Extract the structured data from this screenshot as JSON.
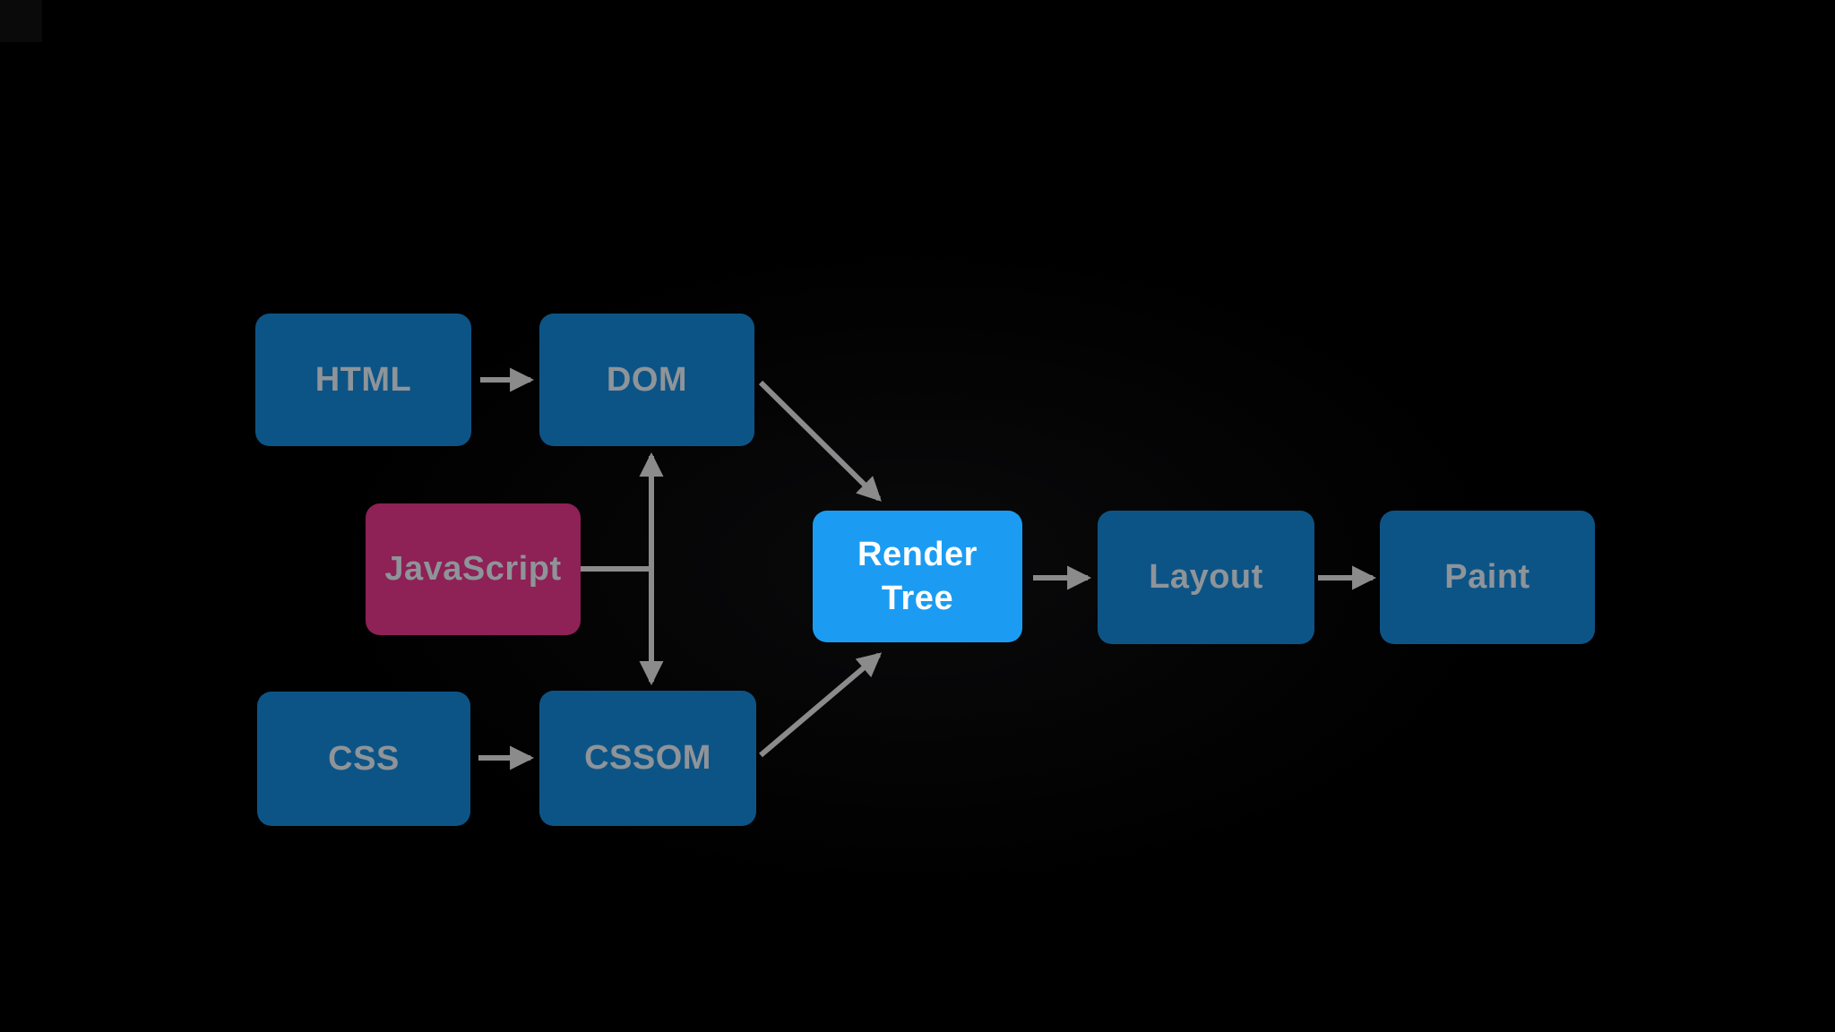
{
  "diagram": {
    "nodes": {
      "html": {
        "label": "HTML"
      },
      "dom": {
        "label": "DOM"
      },
      "javascript": {
        "label": "JavaScript"
      },
      "css": {
        "label": "CSS"
      },
      "cssom": {
        "label": "CSSOM"
      },
      "render_tree": {
        "label": "Render Tree",
        "line1": "Render",
        "line2": "Tree"
      },
      "layout": {
        "label": "Layout"
      },
      "paint": {
        "label": "Paint"
      }
    },
    "edges": [
      {
        "from": "HTML",
        "to": "DOM",
        "type": "arrow"
      },
      {
        "from": "CSS",
        "to": "CSSOM",
        "type": "arrow"
      },
      {
        "from": "DOM",
        "to": "CSSOM",
        "type": "double-arrow"
      },
      {
        "from": "JavaScript",
        "to": "DOM-CSSOM-link",
        "type": "line"
      },
      {
        "from": "DOM",
        "to": "Render Tree",
        "type": "arrow"
      },
      {
        "from": "CSSOM",
        "to": "Render Tree",
        "type": "arrow"
      },
      {
        "from": "Render Tree",
        "to": "Layout",
        "type": "arrow"
      },
      {
        "from": "Layout",
        "to": "Paint",
        "type": "arrow"
      }
    ]
  },
  "colors": {
    "background": "#000000",
    "node_dim_fill": "#0d5486",
    "node_active_fill": "#1b9cf2",
    "node_accent_fill": "#8e2155",
    "node_dim_text": "#8e9499",
    "node_active_text": "#fdfdfd",
    "arrow": "#8b8b8b"
  }
}
